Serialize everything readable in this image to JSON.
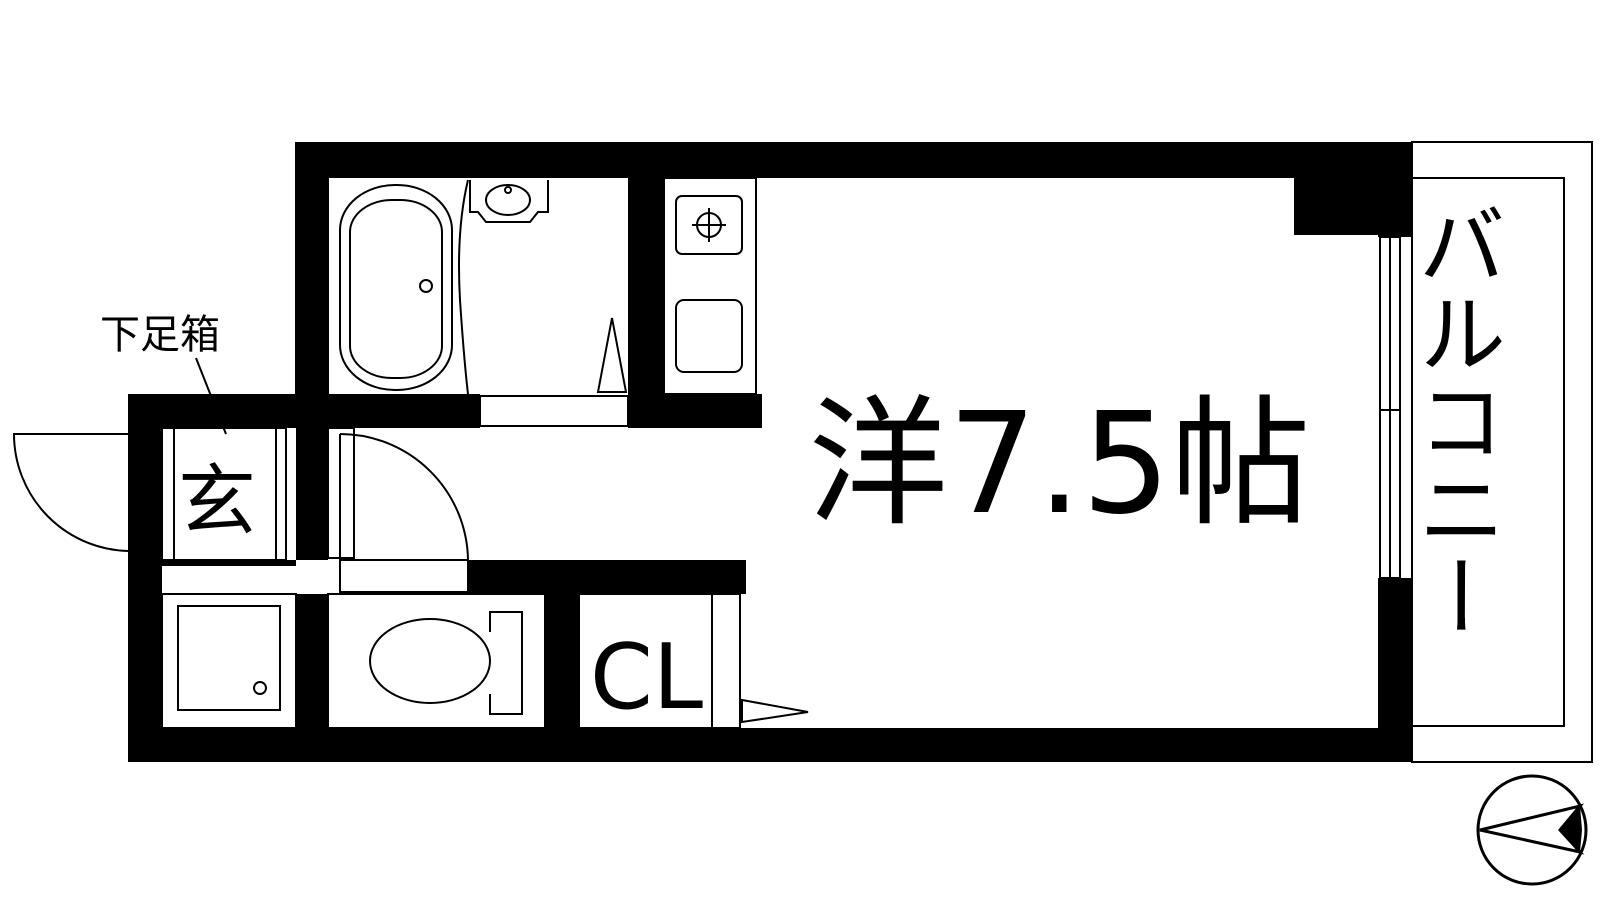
{
  "floorplan": {
    "room_label": "洋7.5帖",
    "closet_label": "CL",
    "entrance_label": "玄",
    "shoe_cabinet_label": "下足箱",
    "balcony_label": "バルコニー"
  },
  "colors": {
    "wall": "#000000",
    "line": "#000000",
    "background": "#ffffff"
  },
  "icons": [
    "bathtub-icon",
    "washbasin-icon",
    "gas-burner-icon",
    "sink-icon",
    "toilet-icon",
    "washing-machine-pan-icon",
    "door-swing-icon",
    "compass-icon"
  ]
}
